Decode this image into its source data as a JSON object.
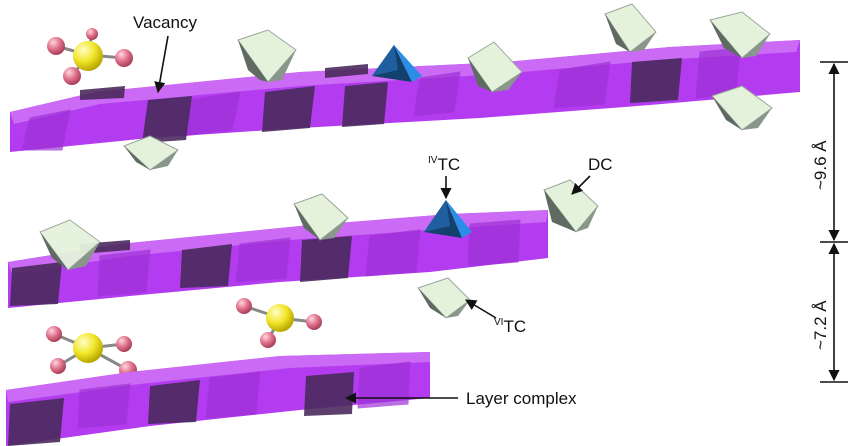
{
  "labels": {
    "vacancy": "Vacancy",
    "iv_tc_sup": "IV",
    "iv_tc_main": "TC",
    "dc": "DC",
    "vi_tc_sup": "VI",
    "vi_tc_main": "TC",
    "layer_complex": "Layer complex"
  },
  "dimensions": {
    "interlayer_top": "~9.6 Å",
    "interlayer_bottom": "~7.2 Å"
  },
  "colors": {
    "layer": "#b43cf0",
    "layer_dark": "#8e2cc4",
    "vacancy": "#4a2a5c",
    "octahedron_light": "#e4f2dc",
    "octahedron_dark": "#5f6a62",
    "tetrahedron": "#2a8ee6",
    "tetrahedron_dark": "#14406e",
    "sulfur": "#f2e62a",
    "oxygen": "#e0708a"
  }
}
